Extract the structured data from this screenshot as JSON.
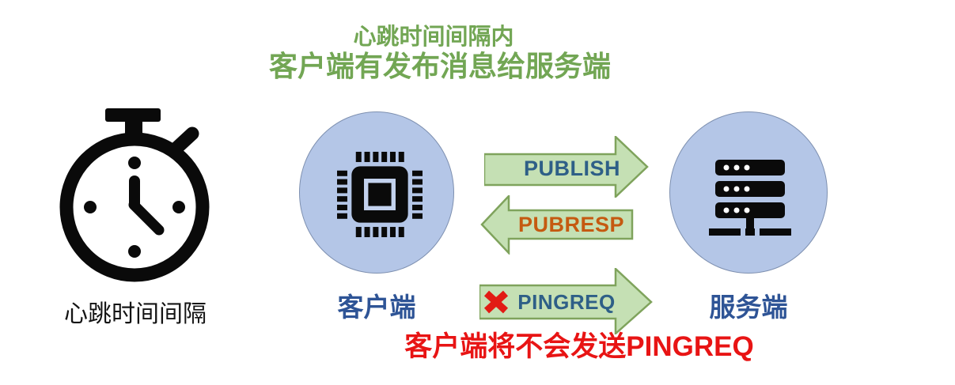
{
  "header": {
    "line1": "心跳时间间隔内",
    "line2": "客户端有发布消息给服务端"
  },
  "timer": {
    "label": "心跳时间间隔",
    "icon": "stopwatch-icon"
  },
  "client": {
    "label": "客户端",
    "icon": "cpu-chip-icon"
  },
  "server": {
    "label": "服务端",
    "icon": "server-rack-icon"
  },
  "arrows": {
    "publish": {
      "label": "PUBLISH",
      "direction": "right"
    },
    "pubresp": {
      "label": "PUBRESP",
      "direction": "left"
    },
    "pingreq": {
      "label": "PINGREQ",
      "direction": "right",
      "blocked": true,
      "blocked_icon": "red-cross-icon"
    }
  },
  "footer": {
    "note": "客户端将不会发送PINGREQ"
  },
  "colors": {
    "header_green": "#72a654",
    "arrow_fill": "#c5e0b4",
    "arrow_border": "#7fa35c",
    "node_fill": "#b4c6e7",
    "node_border": "#7e90b0",
    "protocol_blue": "#2e5f87",
    "node_label_blue": "#2e5496",
    "pubresp_orange": "#c55a11",
    "alert_red": "#e81414",
    "icon_black": "#0a0a0a"
  }
}
